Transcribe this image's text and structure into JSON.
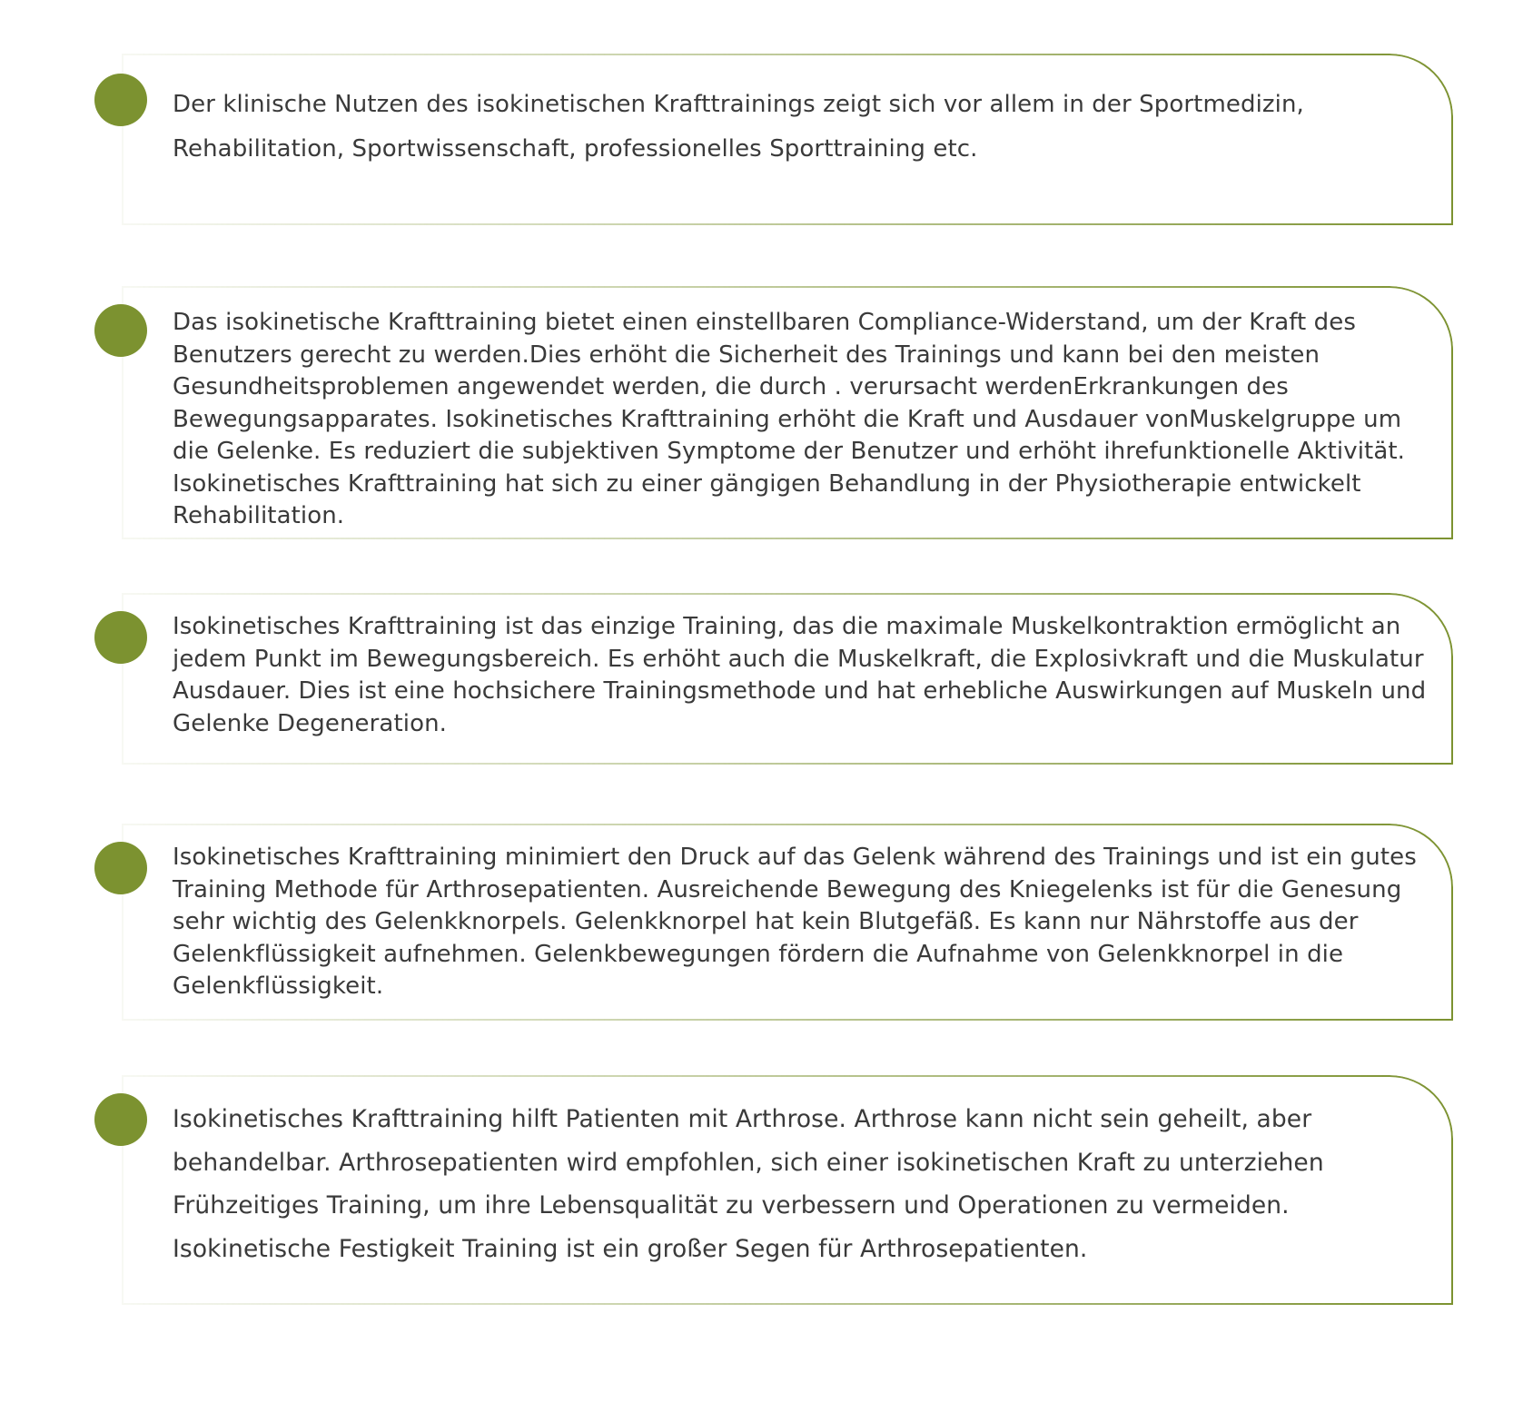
{
  "accent_color": "#7c9230",
  "cards": [
    {
      "text": "Der klinische Nutzen des isokinetischen Krafttrainings zeigt sich vor allem in der Sportmedizin, Rehabilitation, Sportwissenschaft, professionelles Sporttraining etc."
    },
    {
      "text": "Das isokinetische Krafttraining bietet einen einstellbaren Compliance-Widerstand, um der Kraft des Benutzers gerecht zu werden.Dies erhöht die Sicherheit des Trainings und kann bei den meisten Gesundheitsproblemen angewendet werden, die durch . verursacht werdenErkrankungen des Bewegungsapparates. Isokinetisches Krafttraining erhöht die Kraft und Ausdauer vonMuskelgruppe um die Gelenke. Es reduziert die subjektiven Symptome der Benutzer und erhöht ihrefunktionelle Aktivität. Isokinetisches Krafttraining hat sich zu einer gängigen Behandlung in der Physiotherapie entwickelt Rehabilitation."
    },
    {
      "text": "Isokinetisches Krafttraining ist das einzige Training, das die maximale Muskelkontraktion ermöglicht an jedem Punkt im Bewegungsbereich. Es erhöht auch die Muskelkraft, die Explosivkraft und die Muskulatur Ausdauer. Dies ist eine hochsichere Trainingsmethode und hat erhebliche Auswirkungen auf Muskeln und Gelenke Degeneration."
    },
    {
      "text": "Isokinetisches Krafttraining minimiert den Druck auf das Gelenk während des Trainings und ist ein gutes Training Methode für Arthrosepatienten. Ausreichende Bewegung des Kniegelenks ist für die Genesung sehr wichtig des Gelenkknorpels. Gelenkknorpel hat kein Blutgefäß. Es kann nur Nährstoffe aus der Gelenkflüssigkeit aufnehmen. Gelenkbewegungen fördern die Aufnahme von Gelenkknorpel in die Gelenkflüssigkeit."
    },
    {
      "text": "Isokinetisches Krafttraining hilft Patienten mit Arthrose. Arthrose kann nicht sein geheilt, aber behandelbar. Arthrosepatienten wird empfohlen, sich einer isokinetischen Kraft zu unterziehen Frühzeitiges Training, um ihre Lebensqualität zu verbessern und Operationen zu vermeiden. Isokinetische Festigkeit Training ist ein großer Segen für Arthrosepatienten."
    }
  ]
}
